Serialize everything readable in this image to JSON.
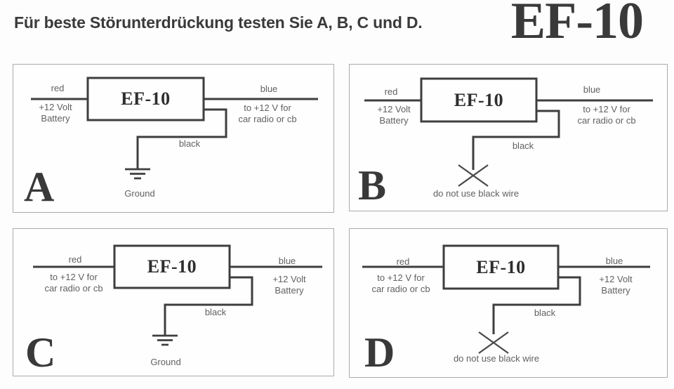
{
  "header": {
    "instruction": "Für beste Störunterdrückung testen Sie A, B, C und D.",
    "product": "EF-10"
  },
  "colors": {
    "wire": "#3e3e3e",
    "label_text": "#616161",
    "title_text": "#3a3a3a",
    "panel_border": "#ababab"
  },
  "panels": [
    {
      "letter": "A",
      "box_label": "EF-10",
      "left_top": "red",
      "left_line1": "+12 Volt",
      "left_line2": "Battery",
      "right_top": "blue",
      "right_line1": "to +12 V for",
      "right_line2": "car radio or cb",
      "black_label": "black",
      "terminal": "ground",
      "terminal_label": "Ground"
    },
    {
      "letter": "B",
      "box_label": "EF-10",
      "left_top": "red",
      "left_line1": "+12 Volt",
      "left_line2": "Battery",
      "right_top": "blue",
      "right_line1": "to +12 V for",
      "right_line2": "car radio or cb",
      "black_label": "black",
      "terminal": "no-connect",
      "terminal_label": "do not use black wire"
    },
    {
      "letter": "C",
      "box_label": "EF-10",
      "left_top": "red",
      "left_line1": "to +12 V for",
      "left_line2": "car radio or cb",
      "right_top": "blue",
      "right_line1": "+12 Volt",
      "right_line2": "Battery",
      "black_label": "black",
      "terminal": "ground",
      "terminal_label": "Ground"
    },
    {
      "letter": "D",
      "box_label": "EF-10",
      "left_top": "red",
      "left_line1": "to +12 V for",
      "left_line2": "car radio or cb",
      "right_top": "blue",
      "right_line1": "+12 Volt",
      "right_line2": "Battery",
      "black_label": "black",
      "terminal": "no-connect",
      "terminal_label": "do not use black wire"
    }
  ]
}
